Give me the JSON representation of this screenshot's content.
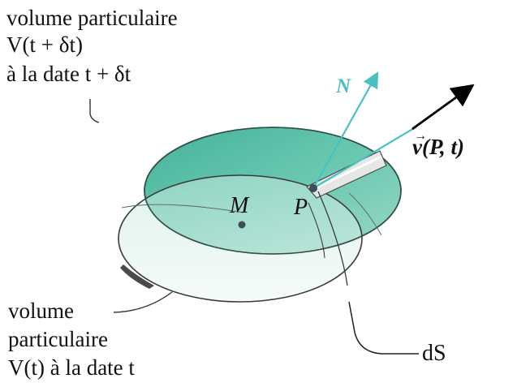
{
  "labels": {
    "top_volume_line1": "volume particulaire",
    "top_volume_line2": "V(t + δt)",
    "top_volume_line3": "à la date t + δt",
    "bottom_volume_line1": "volume",
    "bottom_volume_line2": "particulaire",
    "bottom_volume_line3": "V(t) à la date t",
    "point_m": "M",
    "point_p": "P",
    "normal": "N",
    "velocity": "v(P, t)",
    "surface_element": "dS"
  },
  "colors": {
    "teal_fill": "#58bfa8",
    "teal_light": "#b9e2d6",
    "normal_arrow": "#48c1c0",
    "outline": "#3a3a3a",
    "point": "#3c4f57"
  }
}
